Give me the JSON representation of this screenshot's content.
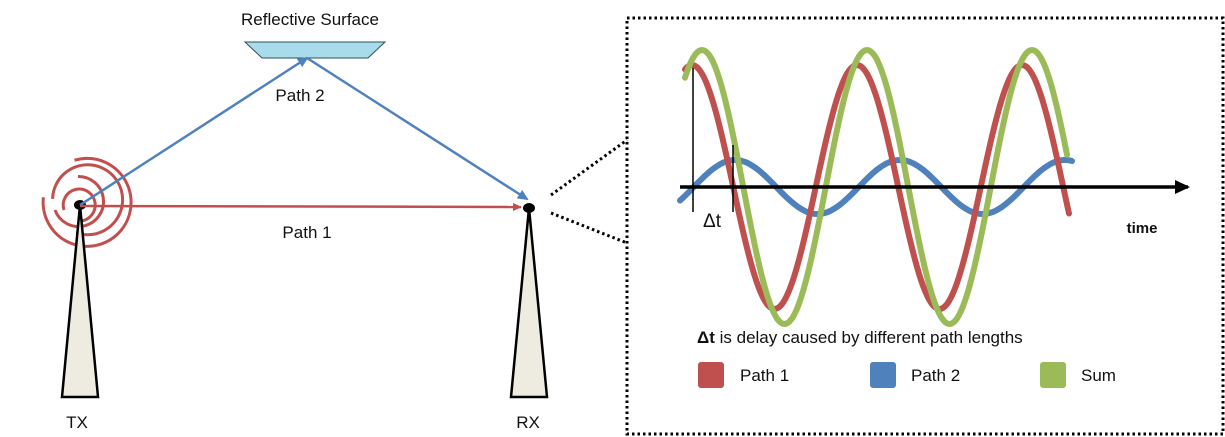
{
  "labels": {
    "reflective_surface": "Reflective Surface",
    "path2": "Path 2",
    "path1": "Path 1",
    "tx": "TX",
    "rx": "RX",
    "delta_t": "Δt",
    "time_axis": "time",
    "caption_bold": "Δt",
    "caption_rest": " is delay caused by different path lengths"
  },
  "legend": [
    {
      "label": "Path 1",
      "color": "#c0504d"
    },
    {
      "label": "Path 2",
      "color": "#4f81bd"
    },
    {
      "label": "Sum",
      "color": "#9bbb59"
    }
  ],
  "colors": {
    "path1": "#c0504d",
    "path2": "#4f81bd",
    "sum": "#9bbb59",
    "reflector_fill": "#a9dcea",
    "tower_fill": "#eeece1"
  }
}
